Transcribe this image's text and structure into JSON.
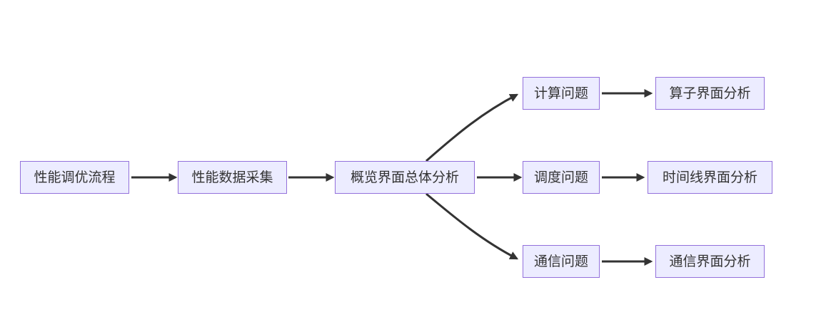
{
  "diagram": {
    "type": "flowchart",
    "direction": "left-to-right",
    "colors": {
      "node_fill": "#ECECFF",
      "node_border": "#9370DB",
      "text": "#333333",
      "arrow": "#333333",
      "background": "#FFFFFF"
    },
    "nodes": [
      {
        "id": "start",
        "label": "性能调优流程"
      },
      {
        "id": "collect",
        "label": "性能数据采集"
      },
      {
        "id": "overview",
        "label": "概览界面总体分析"
      },
      {
        "id": "compute",
        "label": "计算问题"
      },
      {
        "id": "operator",
        "label": "算子界面分析"
      },
      {
        "id": "schedule",
        "label": "调度问题"
      },
      {
        "id": "timeline",
        "label": "时间线界面分析"
      },
      {
        "id": "comm",
        "label": "通信问题"
      },
      {
        "id": "comm_analysis",
        "label": "通信界面分析"
      }
    ],
    "edges": [
      {
        "from": "性能调优流程",
        "to": "性能数据采集"
      },
      {
        "from": "性能数据采集",
        "to": "概览界面总体分析"
      },
      {
        "from": "概览界面总体分析",
        "to": "计算问题"
      },
      {
        "from": "概览界面总体分析",
        "to": "调度问题"
      },
      {
        "from": "概览界面总体分析",
        "to": "通信问题"
      },
      {
        "from": "计算问题",
        "to": "算子界面分析"
      },
      {
        "from": "调度问题",
        "to": "时间线界面分析"
      },
      {
        "from": "通信问题",
        "to": "通信界面分析"
      }
    ]
  }
}
